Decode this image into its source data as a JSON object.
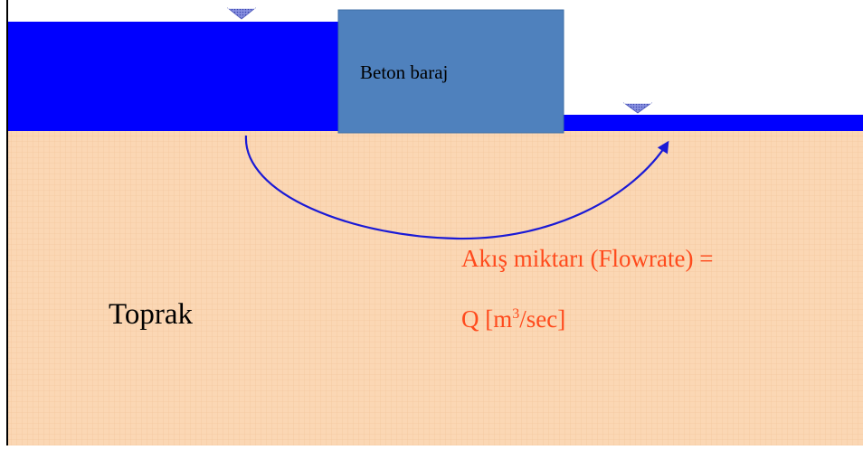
{
  "labels": {
    "dam": "Beton baraj",
    "soil": "Toprak",
    "flowrate_line1": "Akış miktarı (Flowrate) =",
    "flowrate_q_prefix": "Q [m",
    "flowrate_q_exponent": "3",
    "flowrate_q_suffix": "/sec]"
  },
  "colors": {
    "water": "#0000ff",
    "dam": "#4f81bd",
    "soil": "#fbd7b4",
    "soil_grid": "#f4c89e",
    "flow_path": "#1a1ad6",
    "flow_text": "#ff4a1c",
    "outline": "#000000",
    "water_level_marker": "#5a68c8"
  }
}
